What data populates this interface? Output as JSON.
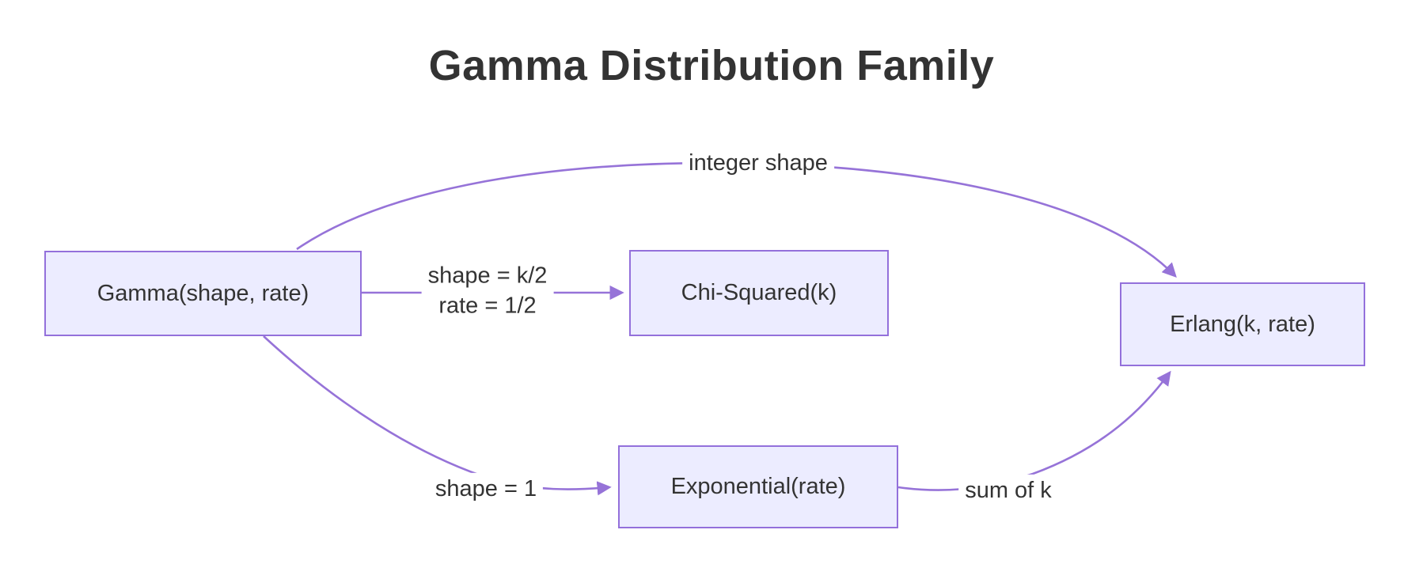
{
  "title": "Gamma Distribution Family",
  "diagram": {
    "type": "flowchart",
    "nodes": [
      {
        "id": "gamma",
        "label": "Gamma(shape, rate)"
      },
      {
        "id": "chi-squared",
        "label": "Chi-Squared(k)"
      },
      {
        "id": "exponential",
        "label": "Exponential(rate)"
      },
      {
        "id": "erlang",
        "label": "Erlang(k, rate)"
      }
    ],
    "edges": [
      {
        "from": "gamma",
        "to": "erlang",
        "label": "integer shape",
        "lines": [
          "integer shape"
        ]
      },
      {
        "from": "gamma",
        "to": "chi-squared",
        "label": "shape = k/2, rate = 1/2",
        "lines": [
          "shape = k/2",
          "rate = 1/2"
        ]
      },
      {
        "from": "gamma",
        "to": "exponential",
        "label": "shape = 1",
        "lines": [
          "shape = 1"
        ]
      },
      {
        "from": "exponential",
        "to": "erlang",
        "label": "sum of k",
        "lines": [
          "sum of k"
        ]
      }
    ],
    "colors": {
      "background": "#FFFFFF",
      "node_fill": "#ECECFF",
      "node_border": "#9370DB",
      "edge": "#9673D8",
      "text": "#333333"
    }
  }
}
